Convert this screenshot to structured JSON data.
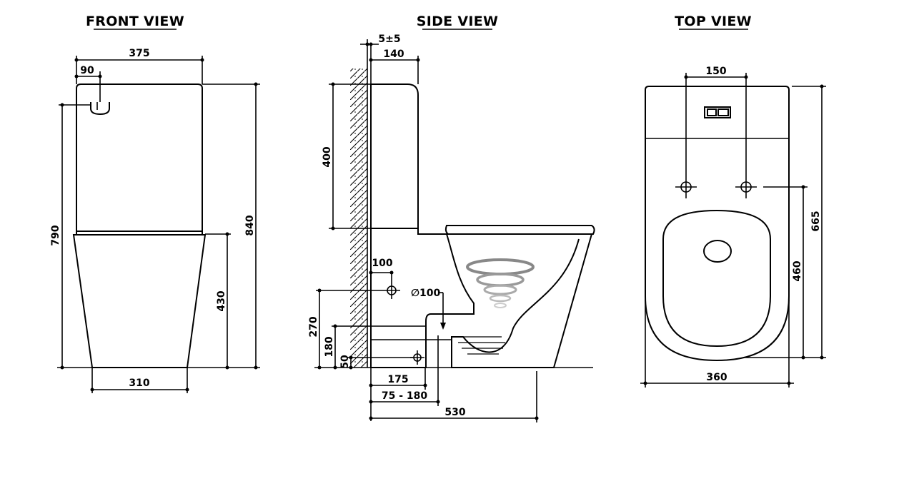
{
  "views": {
    "front": {
      "title": "FRONT VIEW",
      "dims": {
        "width_top": "375",
        "flush_offset": "90",
        "height_to_tank": "790",
        "total_height": "840",
        "seat_height": "430",
        "base_width": "310"
      }
    },
    "side": {
      "title": "SIDE VIEW",
      "dims": {
        "wall_gap": "5±5",
        "tank_depth": "140",
        "tank_height": "400",
        "inlet_offset": "100",
        "outlet_diameter": "∅100",
        "height_270": "270",
        "height_180": "180",
        "height_50": "50",
        "dist_175": "175",
        "range_75_180": "75 - 180",
        "total_depth": "530"
      }
    },
    "top": {
      "title": "TOP VIEW",
      "dims": {
        "fixing_spacing": "150",
        "total_length": "665",
        "bowl_length": "460",
        "width": "360"
      }
    }
  },
  "colors": {
    "line": "#000000",
    "background": "#ffffff"
  }
}
